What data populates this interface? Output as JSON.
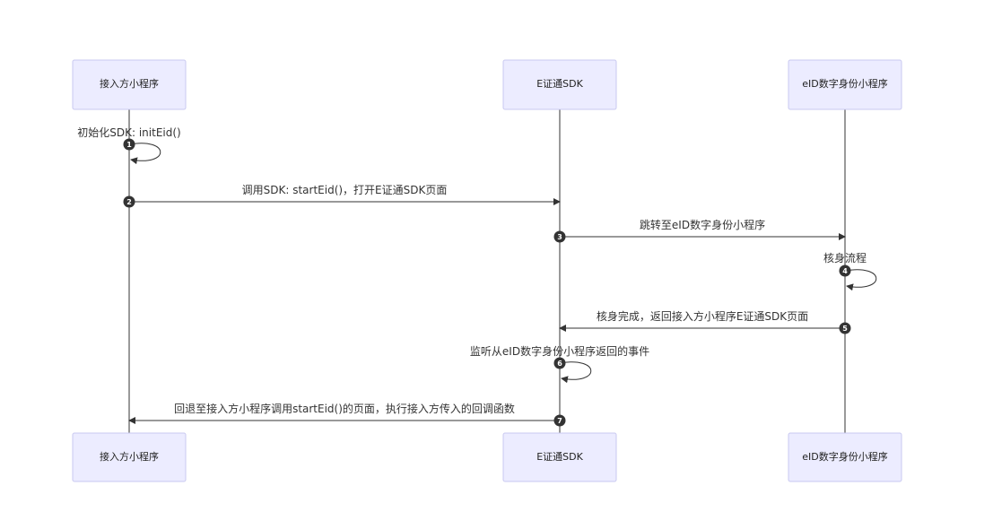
{
  "participants": [
    {
      "id": "mini",
      "label": "接入方小程序"
    },
    {
      "id": "sdk",
      "label": "E证通SDK"
    },
    {
      "id": "eid",
      "label": "eID数字身份小程序"
    }
  ],
  "messages": [
    {
      "num": "1",
      "from": "mini",
      "to": "mini",
      "text": "初始化SDK: initEid()"
    },
    {
      "num": "2",
      "from": "mini",
      "to": "sdk",
      "text": "调用SDK: startEid()，打开E证通SDK页面"
    },
    {
      "num": "3",
      "from": "sdk",
      "to": "eid",
      "text": "跳转至eID数字身份小程序"
    },
    {
      "num": "4",
      "from": "eid",
      "to": "eid",
      "text": "核身流程"
    },
    {
      "num": "5",
      "from": "eid",
      "to": "sdk",
      "text": "核身完成，返回接入方小程序E证通SDK页面"
    },
    {
      "num": "6",
      "from": "sdk",
      "to": "sdk",
      "text": "监听从eID数字身份小程序返回的事件"
    },
    {
      "num": "7",
      "from": "sdk",
      "to": "mini",
      "text": "回退至接入方小程序调用startEid()的页面，执行接入方传入的回调函数"
    }
  ]
}
